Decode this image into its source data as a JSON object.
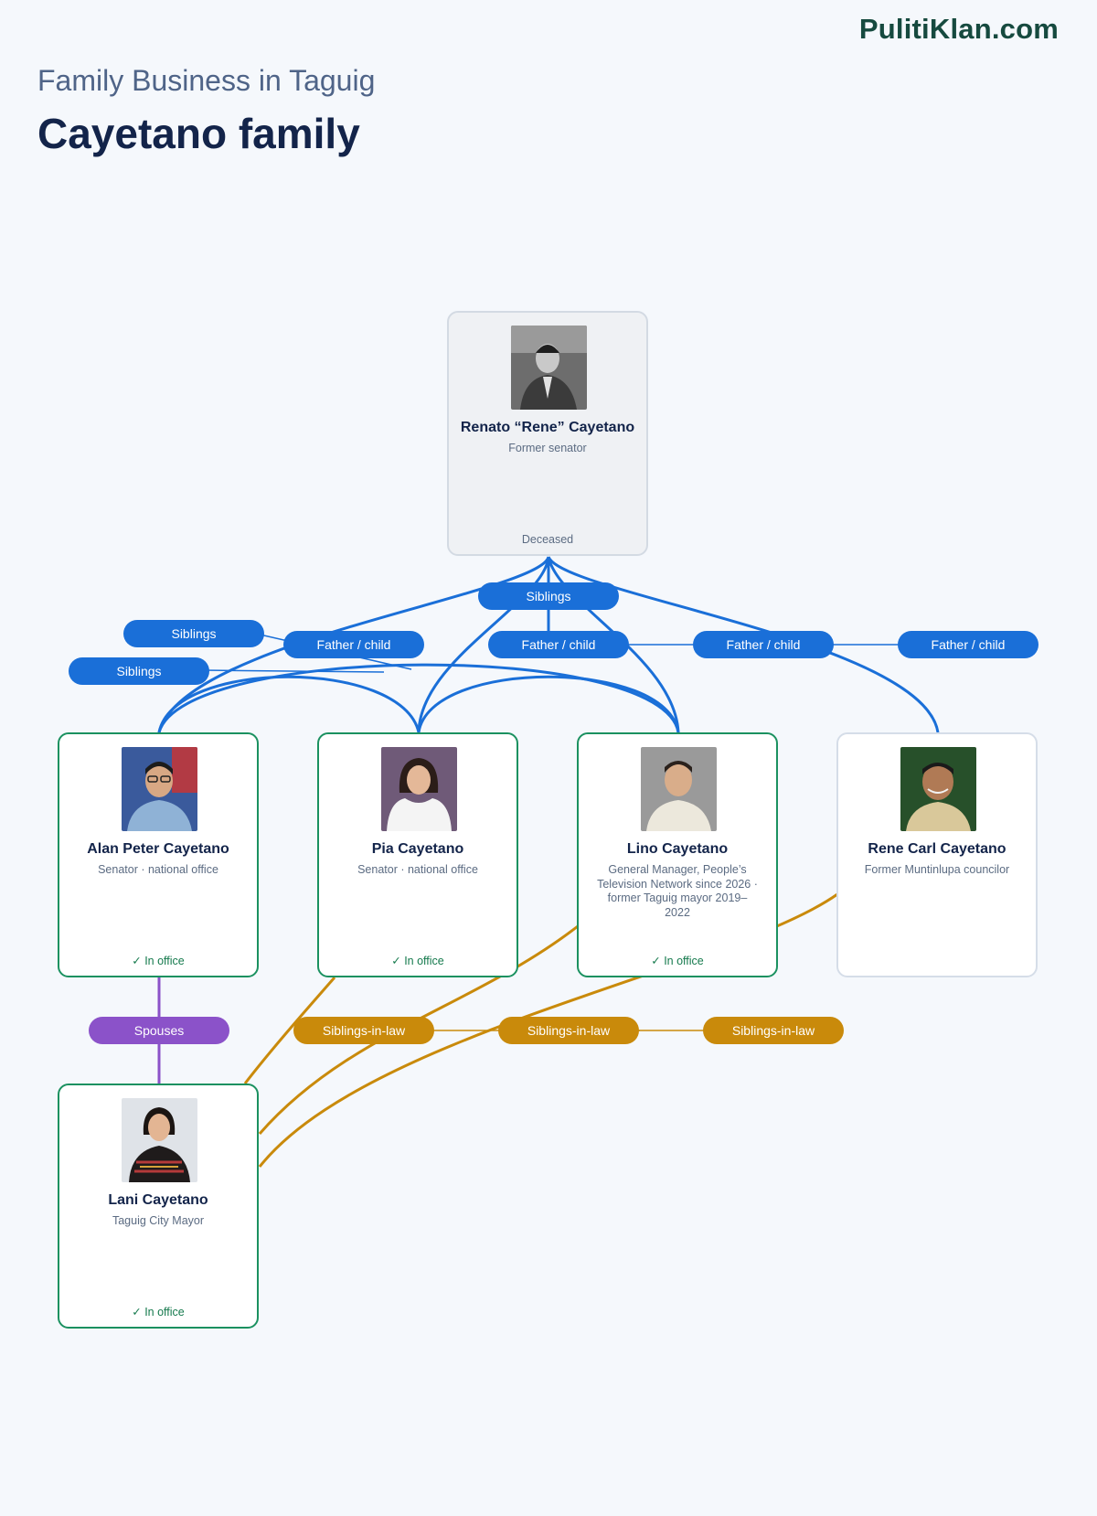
{
  "brand": "PulitiKlan.com",
  "header": {
    "subtitle": "Family Business in Taguig",
    "title": "Cayetano family"
  },
  "people": {
    "renato": {
      "name": "Renato “Rene” Cayetano",
      "role": "Former senator",
      "status": "Deceased"
    },
    "alan": {
      "name": "Alan Peter Cayetano",
      "role": "Senator · national office",
      "status": "✓ In office"
    },
    "pia": {
      "name": "Pia Cayetano",
      "role": "Senator · national office",
      "status": "✓ In office"
    },
    "lino": {
      "name": "Lino Cayetano",
      "role": "General Manager, People’s Television Network since 2026 · former Taguig mayor 2019–2022",
      "status": "✓ In office"
    },
    "renecarl": {
      "name": "Rene Carl Cayetano",
      "role": "Former Muntinlupa councilor",
      "status": ""
    },
    "lani": {
      "name": "Lani Cayetano",
      "role": "Taguig City Mayor",
      "status": "✓ In office"
    }
  },
  "relations": {
    "siblings_top": "Siblings",
    "siblings_left1": "Siblings",
    "siblings_left2": "Siblings",
    "father_child_1": "Father / child",
    "father_child_2": "Father / child",
    "father_child_3": "Father / child",
    "father_child_4": "Father / child",
    "spouses": "Spouses",
    "siblings_in_law_1": "Siblings-in-law",
    "siblings_in_law_2": "Siblings-in-law",
    "siblings_in_law_3": "Siblings-in-law"
  },
  "colors": {
    "blood": "#1a6fd8",
    "in_law": "#c98a0b",
    "spouse": "#8b52c9",
    "in_office_border": "#1b9160"
  },
  "icons": {
    "renato": "portrait-photo",
    "alan": "portrait-photo",
    "pia": "portrait-photo",
    "lino": "portrait-photo",
    "renecarl": "portrait-photo",
    "lani": "portrait-photo"
  }
}
